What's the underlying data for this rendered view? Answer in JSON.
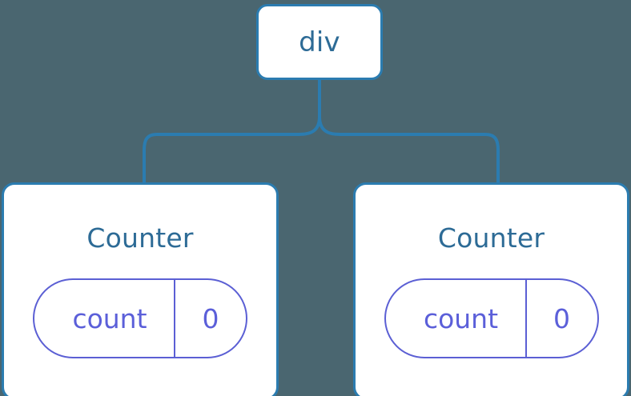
{
  "diagram": {
    "type": "component-tree",
    "background_color": "#4a6670",
    "node_border_color": "#2b7cb0",
    "node_title_color": "#2d6b96",
    "state_accent_color": "#5b5fd4",
    "root": {
      "label": "div"
    },
    "children": [
      {
        "title": "Counter",
        "state": {
          "key": "count",
          "value": "0"
        }
      },
      {
        "title": "Counter",
        "state": {
          "key": "count",
          "value": "0"
        }
      }
    ],
    "edges": [
      {
        "from": "div",
        "to": "Counter"
      },
      {
        "from": "div",
        "to": "Counter"
      }
    ]
  }
}
